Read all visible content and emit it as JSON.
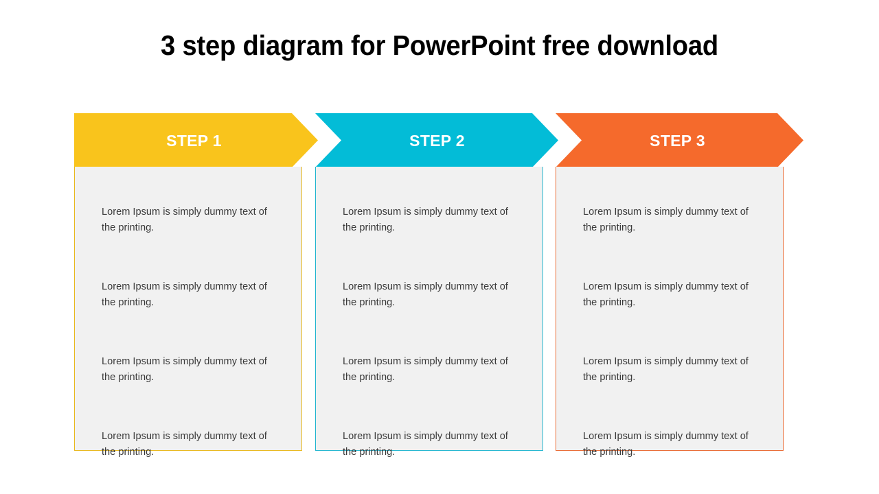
{
  "title": "3 step diagram for PowerPoint free download",
  "colors": {
    "step1": "#f9c41c",
    "step2": "#03bcd7",
    "step3": "#f56a2c",
    "panel_fill": "#f1f1f1",
    "body_text": "#3a3a3a",
    "header_text": "#ffffff",
    "background": "#ffffff",
    "title_text": "#000000"
  },
  "steps": [
    {
      "label": "STEP 1",
      "color": "#f9c41c",
      "border": "#e8b81d",
      "items": [
        "Lorem Ipsum is simply dummy text of the printing.",
        "Lorem Ipsum is simply dummy text of the printing.",
        "Lorem Ipsum is simply dummy text of the printing.",
        "Lorem Ipsum is simply dummy text of the printing."
      ]
    },
    {
      "label": "STEP 2",
      "color": "#03bcd7",
      "border": "#23b6cf",
      "items": [
        "Lorem Ipsum is simply dummy text of the printing.",
        "Lorem Ipsum is simply dummy text of the printing.",
        "Lorem Ipsum is simply dummy text of the printing.",
        "Lorem Ipsum is simply dummy text of the printing."
      ]
    },
    {
      "label": "STEP 3",
      "color": "#f56a2c",
      "border": "#e86b35",
      "items": [
        "Lorem Ipsum is simply dummy text of the printing.",
        "Lorem Ipsum is simply dummy text of the printing.",
        "Lorem Ipsum is simply dummy text of the printing.",
        "Lorem Ipsum is simply dummy text of the printing."
      ]
    }
  ]
}
